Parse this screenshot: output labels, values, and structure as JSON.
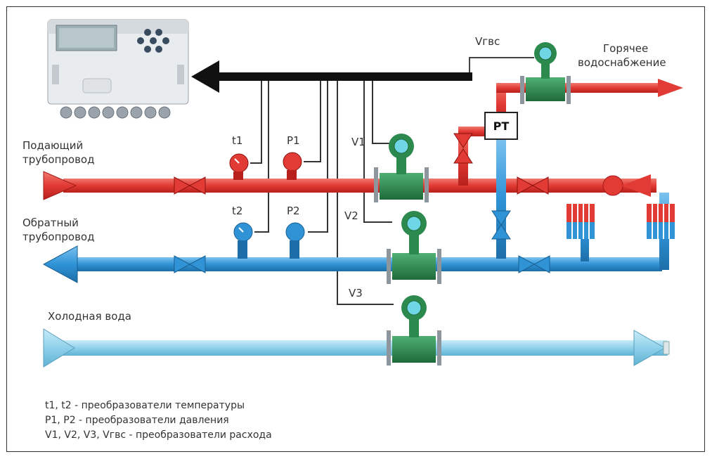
{
  "labels": {
    "supply_pipe_line1": "Подающий",
    "supply_pipe_line2": "трубопровод",
    "return_pipe_line1": "Обратный",
    "return_pipe_line2": "трубопровод",
    "cold_water": "Холодная вода",
    "hot_water_line1": "Горячее",
    "hot_water_line2": "водоснабжение",
    "t1": "t1",
    "t2": "t2",
    "p1": "P1",
    "p2": "P2",
    "v1": "V1",
    "v2": "V2",
    "v3": "V3",
    "vgvs": "Vгвс",
    "pt": "PT"
  },
  "legend": [
    "t1, t2 - преобразователи температуры",
    "P1, P2 - преобразователи давления",
    "V1, V2, V3, Vгвс - преобразователи расхода"
  ],
  "colors": {
    "supply": "#e23a34",
    "return": "#2f93d6",
    "cold": "#8fd0ea",
    "flowmeter": "#2d8a4e",
    "signal": "#111111"
  }
}
